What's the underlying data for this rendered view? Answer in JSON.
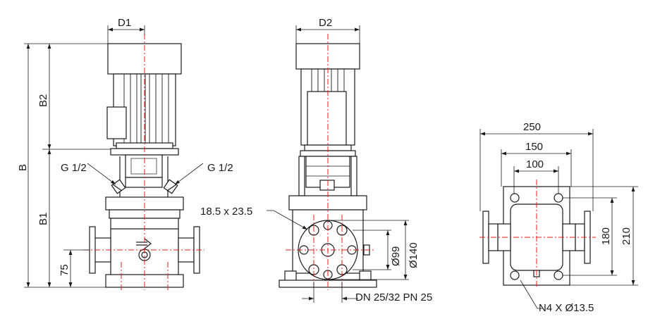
{
  "colors": {
    "line": "#1a1a1a",
    "centerline": "#e0201b",
    "background": "#ffffff"
  },
  "labels": {
    "d1": "D1",
    "d2": "D2",
    "b": "B",
    "b1": "B1",
    "b2": "B2",
    "h75": "75",
    "g_left": "G 1/2",
    "g_right": "G 1/2",
    "bolt_slot": "18.5 x 23.5",
    "dia99": "Ø99",
    "dia140": "Ø140",
    "dn_pn": "DN 25/32 PN 25",
    "w250": "250",
    "w150": "150",
    "w100": "100",
    "h180": "180",
    "h210": "210",
    "holes": "N4 X Ø13.5"
  }
}
